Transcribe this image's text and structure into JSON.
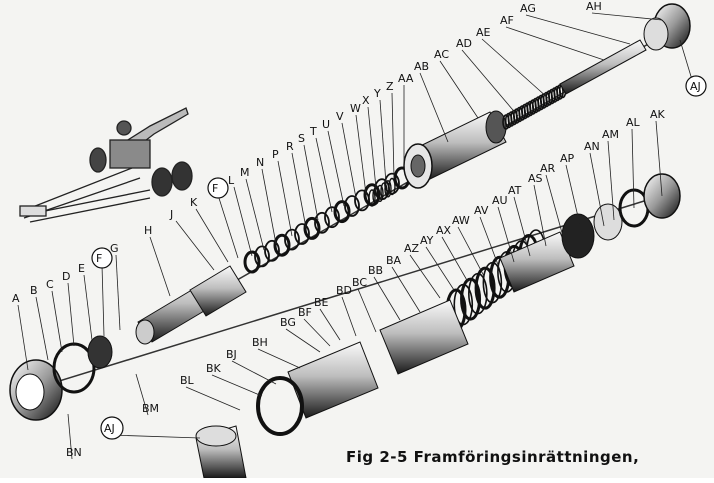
{
  "diagram": {
    "caption_line1": "Fig 2-5  Framföringsinrättningen,",
    "caption_line2": "",
    "labels_upper_row": [
      "A",
      "B",
      "C",
      "D",
      "E",
      "F",
      "G",
      "H",
      "J",
      "K",
      "F",
      "L",
      "M",
      "N",
      "P",
      "R",
      "S",
      "T",
      "U",
      "V",
      "W",
      "X",
      "Y",
      "Z",
      "AA",
      "AB",
      "AC",
      "AD",
      "AE",
      "AF",
      "AG",
      "AH",
      "AJ"
    ],
    "labels_lower_row": [
      "AK",
      "AL",
      "AM",
      "AN",
      "AP",
      "AR",
      "AS",
      "AT",
      "AU",
      "AV",
      "AW",
      "AX",
      "AY",
      "AZ",
      "BA",
      "BB",
      "BC",
      "BD",
      "BE",
      "BF",
      "BG",
      "BH",
      "BJ",
      "BK",
      "BL",
      "BM",
      "BN",
      "AJ"
    ],
    "circled_labels": [
      "F",
      "AJ"
    ]
  }
}
